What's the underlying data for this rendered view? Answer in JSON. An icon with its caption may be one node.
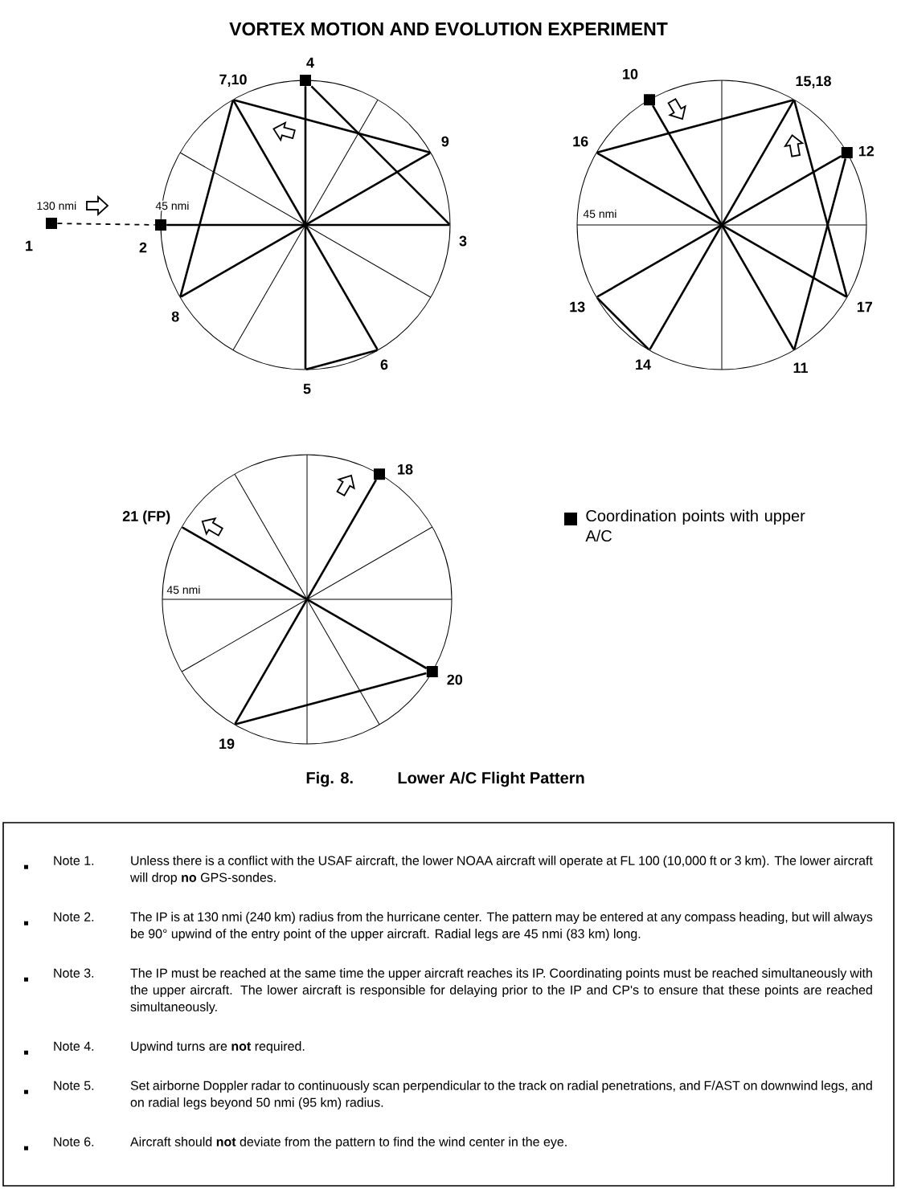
{
  "diagram": {
    "title": "VORTEX MOTION AND EVOLUTION EXPERIMENT",
    "caption": "Lower A/C Flight Pattern",
    "nodes": [
      {
        "text": [],
        "shape": "box",
        "beside": [
          "1"
        ]
      },
      {
        "text": [],
        "shape": "box",
        "beside": [
          "2"
        ]
      },
      {
        "text": [],
        "shape": "point",
        "beside": [
          "3"
        ]
      },
      {
        "text": [],
        "shape": "box",
        "beside": [
          "4"
        ]
      },
      {
        "text": [],
        "shape": "point",
        "beside": [
          "5"
        ]
      },
      {
        "text": [],
        "shape": "point",
        "beside": [
          "6"
        ]
      },
      {
        "text": [],
        "shape": "point",
        "beside": [
          "7,10"
        ]
      },
      {
        "text": [],
        "shape": "point",
        "beside": [
          "8"
        ]
      },
      {
        "text": [],
        "shape": "point",
        "beside": [
          "9"
        ]
      },
      {
        "text": [],
        "shape": "box",
        "beside": [
          "10"
        ]
      },
      {
        "text": [],
        "shape": "point",
        "beside": [
          "11"
        ]
      },
      {
        "text": [],
        "shape": "box",
        "beside": [
          "12"
        ]
      },
      {
        "text": [],
        "shape": "point",
        "beside": [
          "13"
        ]
      },
      {
        "text": [],
        "shape": "point",
        "beside": [
          "14"
        ]
      },
      {
        "text": [],
        "shape": "point",
        "beside": [
          "15,18"
        ]
      },
      {
        "text": [],
        "shape": "point",
        "beside": [
          "16"
        ]
      },
      {
        "text": [],
        "shape": "point",
        "beside": [
          "17"
        ]
      },
      {
        "text": [],
        "shape": "box",
        "beside": [
          "18"
        ]
      },
      {
        "text": [],
        "shape": "point",
        "beside": [
          "19"
        ]
      },
      {
        "text": [],
        "shape": "box",
        "beside": [
          "20"
        ]
      },
      {
        "text": [],
        "shape": "point",
        "beside": [
          "21 (FP)"
        ]
      },
      {
        "text": [
          "Note 1.",
          "Unless there is a conflict with the USAF aircraft, the lower NOAA aircraft will operate at FL 100 (10,000 ft or 3 km). The lower aircraft will drop **no** GPS-sondes.",
          "Note 2.",
          "The IP is at 130 nmi (240 km) radius from the hurricane center. The pattern may be entered at any compass heading, but will always be 90° upwind of the entry point of the upper aircraft. Radial legs are 45 nmi (83 km) long.",
          "Note 3.",
          "The IP must be reached at the same time the upper aircraft reaches its IP. Coordinating points must be reached simultaneously with the upper aircraft. The lower aircraft is responsible for delaying prior to the IP and CP's to ensure that these points are reached simultaneously.",
          "Note 4.",
          "Upwind turns are **not** required.",
          "Note 5.",
          "Set airborne Doppler radar to continuously scan perpendicular to the track on radial penetrations, and F/AST on downwind legs, and on radial legs beyond 50 nmi (95 km) radius.",
          "Note 6.",
          "Aircraft should **not** deviate from the pattern to find the wind center in the eye."
        ]
      }
    ],
    "edges": [
      {
        "from": 0,
        "to": 1,
        "arrow": "none",
        "style": "dashed"
      },
      {
        "from": 1,
        "to": 2,
        "arrow": "none"
      },
      {
        "from": 2,
        "to": 3,
        "arrow": "none"
      },
      {
        "from": 3,
        "to": 4,
        "arrow": "none"
      },
      {
        "from": 4,
        "to": 5,
        "arrow": "none"
      },
      {
        "from": 5,
        "to": 6,
        "arrow": "none"
      },
      {
        "from": 6,
        "to": 7,
        "arrow": "none"
      },
      {
        "from": 7,
        "to": 8,
        "arrow": "none"
      },
      {
        "from": 8,
        "to": 6,
        "arrow": "none"
      },
      {
        "from": 9,
        "to": 10,
        "arrow": "none"
      },
      {
        "from": 10,
        "to": 11,
        "arrow": "none"
      },
      {
        "from": 11,
        "to": 12,
        "arrow": "none"
      },
      {
        "from": 12,
        "to": 13,
        "arrow": "none"
      },
      {
        "from": 13,
        "to": 14,
        "arrow": "none"
      },
      {
        "from": 14,
        "to": 15,
        "arrow": "none"
      },
      {
        "from": 15,
        "to": 16,
        "arrow": "none"
      },
      {
        "from": 16,
        "to": 14,
        "arrow": "none"
      },
      {
        "from": 17,
        "to": 18,
        "arrow": "none"
      },
      {
        "from": 18,
        "to": 19,
        "arrow": "none"
      },
      {
        "from": 19,
        "to": 20,
        "arrow": "none"
      }
    ],
    "labels": [
      "130 nmi",
      "45 nmi",
      "45 nmi",
      "45 nmi",
      "Fig. 8."
    ],
    "legend": [
      {
        "text": "Coordination points with upper A/C",
        "color": "#000000"
      }
    ]
  }
}
